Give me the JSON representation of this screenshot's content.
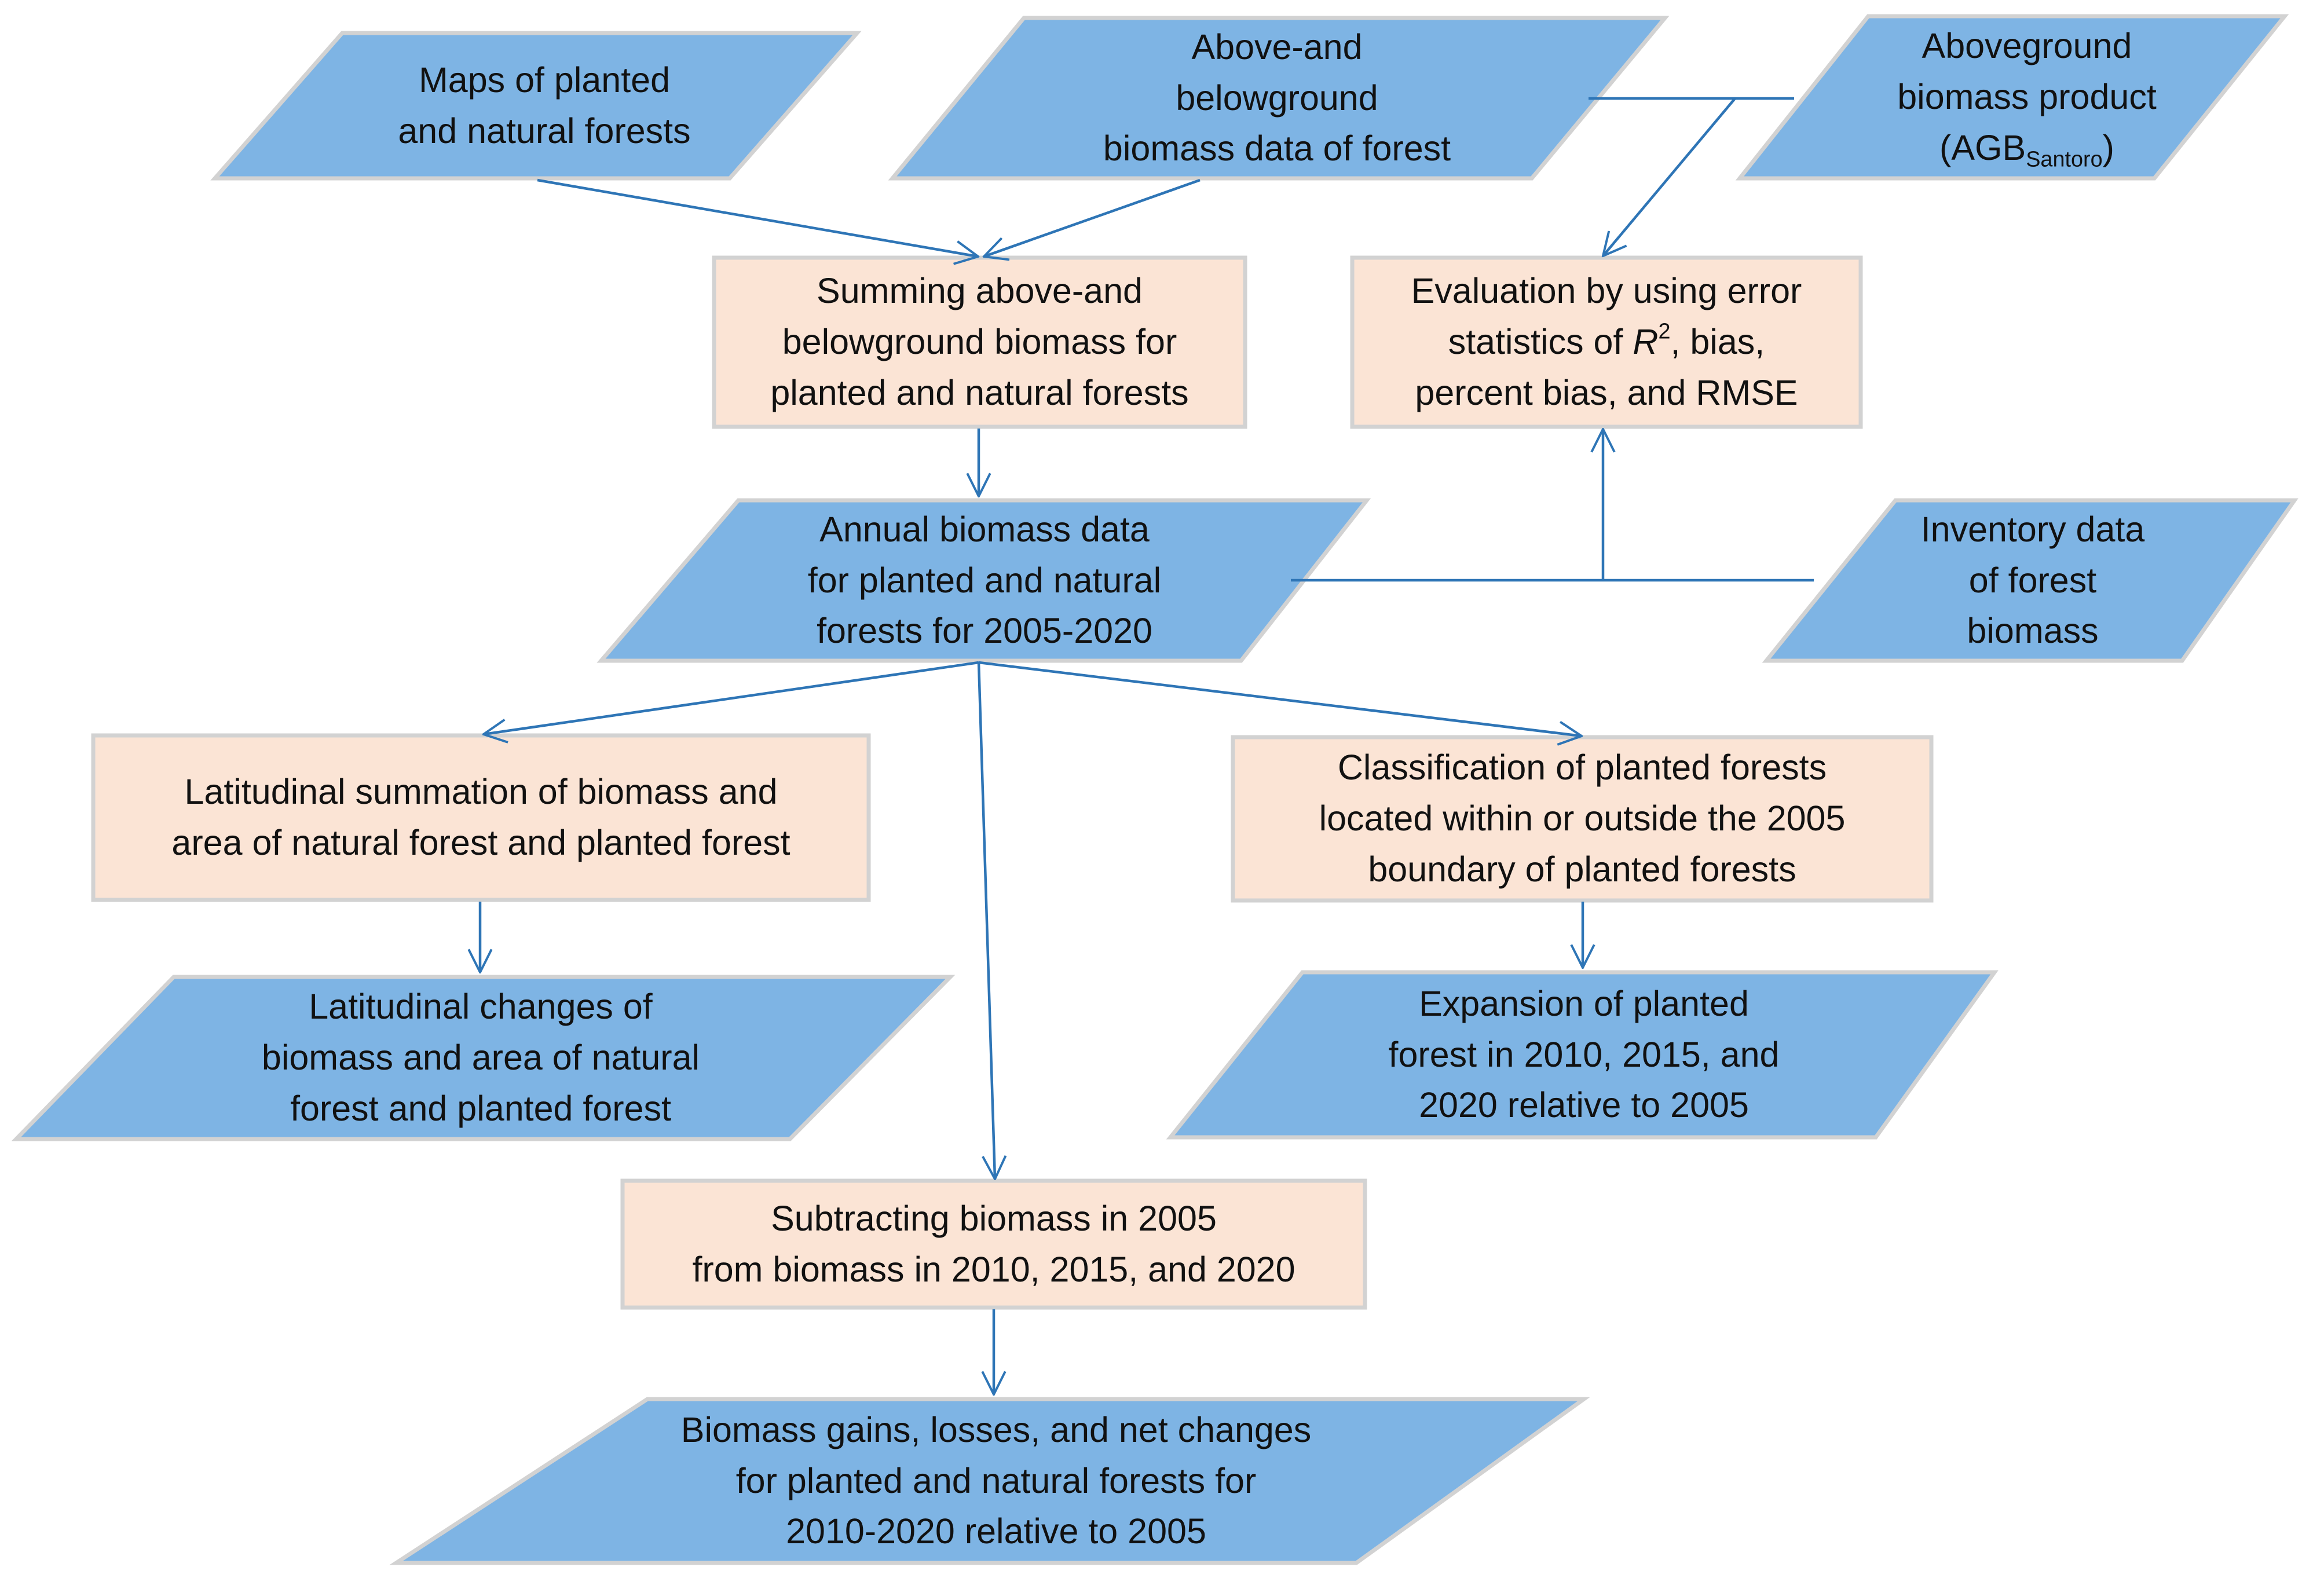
{
  "colors": {
    "data_fill": "#7eb4e4",
    "data_stroke": "#d2d2d2",
    "process_fill": "#fbe4d5",
    "process_stroke": "#d2d2d2",
    "arrow": "#2e75b6"
  },
  "nodes": {
    "maps": {
      "lines": [
        "Maps of planted",
        "and natural forests"
      ]
    },
    "above_below": {
      "lines": [
        "Above-and",
        "belowground",
        "biomass data of forest"
      ]
    },
    "agb_product": {
      "line1": "Aboveground",
      "line2": "biomass product",
      "line3_prefix": "(AGB",
      "line3_sub": "Santoro",
      "line3_suffix": ")"
    },
    "summing": {
      "lines": [
        "Summing above-and",
        "belowground biomass for",
        "planted and natural forests"
      ]
    },
    "evaluation": {
      "line1": "Evaluation  by using error",
      "line2_prefix": "statistics of ",
      "line2_var": "R",
      "line2_sup": "2",
      "line2_suffix": ", bias,",
      "line3": "percent bias, and RMSE"
    },
    "annual": {
      "lines": [
        "Annual biomass data",
        "for planted and natural",
        "forests for 2005-2020"
      ]
    },
    "inventory": {
      "lines": [
        "Inventory data",
        "of forest",
        "biomass"
      ]
    },
    "lat_sum": {
      "lines": [
        "Latitudinal summation of biomass and",
        "area of natural forest and planted forest"
      ]
    },
    "classification": {
      "lines": [
        "Classification of planted forests",
        "located within or outside the 2005",
        "boundary of planted forests"
      ]
    },
    "lat_changes": {
      "lines": [
        "Latitudinal changes of",
        "biomass and area of natural",
        "forest and planted forest"
      ]
    },
    "expansion": {
      "lines": [
        "Expansion of planted",
        "forest in 2010, 2015, and",
        "2020 relative to 2005"
      ]
    },
    "subtracting": {
      "lines": [
        "Subtracting  biomass in 2005",
        "from biomass in 2010, 2015, and 2020"
      ]
    },
    "gains": {
      "lines": [
        "Biomass gains, losses, and net changes",
        "for  planted and natural forests for",
        "2010-2020 relative to 2005"
      ]
    }
  }
}
